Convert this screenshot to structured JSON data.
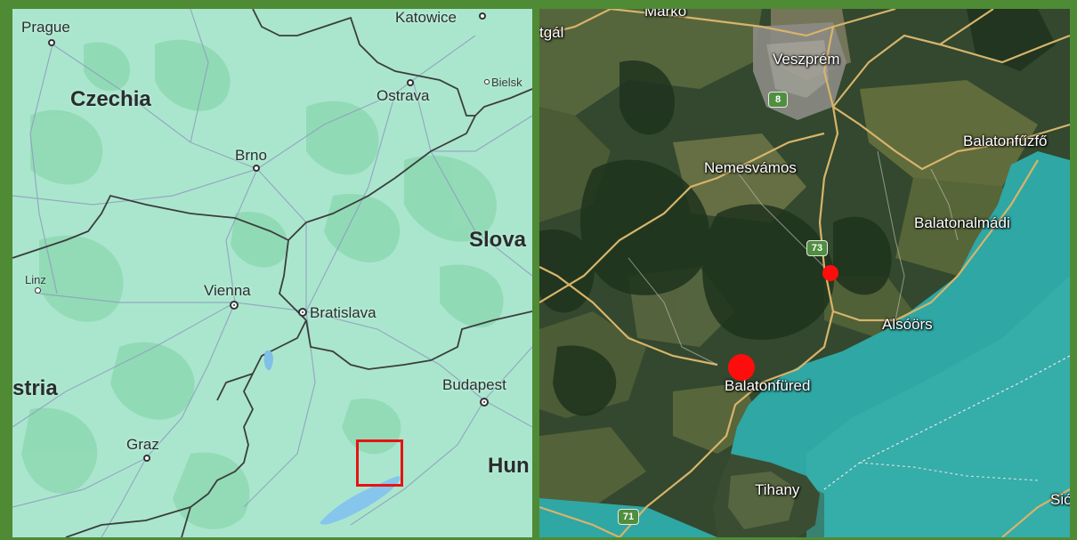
{
  "overview_map": {
    "countries": [
      "Czechia",
      "Slova",
      "stria",
      "Hun"
    ],
    "cities": [
      "Prague",
      "Katowice",
      "Bielsk",
      "Ostrava",
      "Brno",
      "Linz",
      "Vienna",
      "Bratislava",
      "Budapest",
      "Graz"
    ],
    "highlight": {
      "color": "#e81212"
    }
  },
  "detail_map": {
    "places": [
      "Marko",
      "tgál",
      "Veszprém",
      "Balatonfűzfő",
      "Nemesvámos",
      "Balatonalmádi",
      "Alsóörs",
      "Balatonfüred",
      "Tihany",
      "Sió"
    ],
    "road_numbers": [
      "8",
      "73",
      "71"
    ],
    "markers": [
      {
        "size": "small",
        "color": "#ff0d0d"
      },
      {
        "size": "large",
        "color": "#ff0d0d"
      }
    ]
  },
  "colors": {
    "frame": "#4f8a35",
    "map_land": "#a8e4cb",
    "forest": "#8fd9b4",
    "border": "#3b3d3f",
    "lake": "#2fa7a4"
  }
}
